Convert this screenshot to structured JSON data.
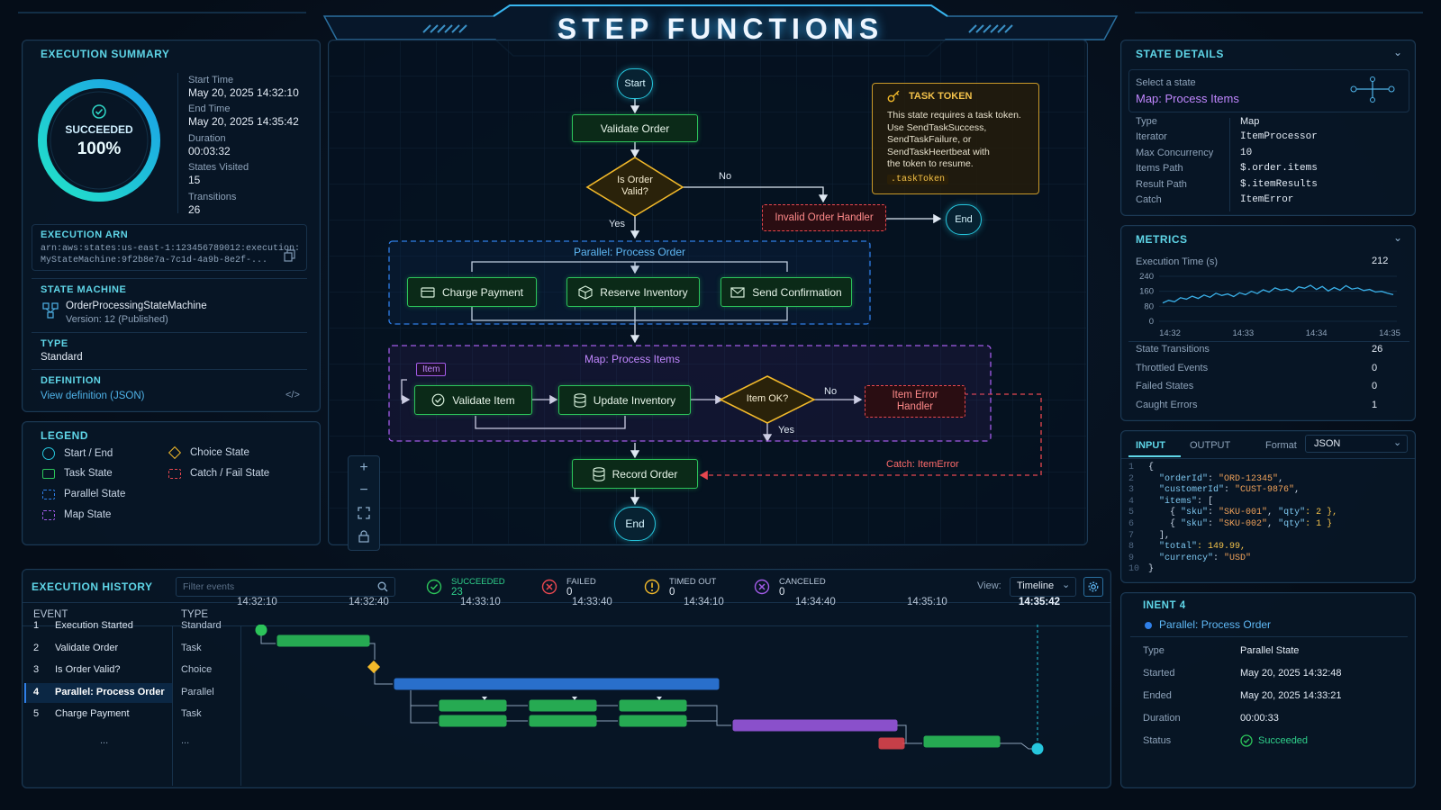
{
  "app": {
    "title": "STEP FUNCTIONS"
  },
  "summary": {
    "title": "EXECUTION SUMMARY",
    "status": "SUCCEEDED",
    "percent": "100%",
    "progress": 1.0,
    "start_label": "Start Time",
    "start_value": "May 20, 2025  14:32:10",
    "end_label": "End Time",
    "end_value": "May 20, 2025  14:35:42",
    "duration_label": "Duration",
    "duration_value": "00:03:32",
    "states_label": "States Visited",
    "states_value": "15",
    "transitions_label": "Transitions",
    "transitions_value": "26",
    "arn_title": "EXECUTION ARN",
    "arn_line1": "arn:aws:states:us-east-1:123456789012:execution:",
    "arn_line2": "MyStateMachine:9f2b8e7a-7c1d-4a9b-8e2f-...",
    "sm_title": "STATE MACHINE",
    "sm_name": "OrderProcessingStateMachine",
    "sm_version": "Version: 12 (Published)",
    "type_title": "TYPE",
    "type_value": "Standard",
    "def_title": "DEFINITION",
    "def_link": "View definition (JSON)"
  },
  "legend": {
    "title": "LEGEND",
    "items": [
      "Start / End",
      "Task State",
      "Parallel State",
      "Map State",
      "Choice State",
      "Catch / Fail State"
    ]
  },
  "diagram": {
    "start": "Start",
    "validate_order": "Validate Order",
    "choice_line1": "Is Order",
    "choice_line2": "Valid?",
    "no": "No",
    "yes": "Yes",
    "invalid_handler": "Invalid Order Handler",
    "end": "End",
    "parallel_title": "Parallel: Process Order",
    "charge_payment": "Charge Payment",
    "reserve_inventory": "Reserve Inventory",
    "send_confirmation": "Send Confirmation",
    "map_title": "Map: Process Items",
    "item_tag": "Item",
    "validate_item": "Validate Item",
    "update_inventory": "Update Inventory",
    "item_ok": "Item OK?",
    "item_error_1": "Item Error",
    "item_error_2": "Handler",
    "catch_label": "Catch: ItemError",
    "record_order": "Record Order",
    "end2": "End"
  },
  "task_token": {
    "title": "TASK TOKEN",
    "line1": "This state requires a task token.",
    "line2": "Use SendTaskSuccess,",
    "line3": "SendTaskFailure, or",
    "line4": "SendTaskHeertbeat with",
    "line5": "the token to resume.",
    "code": ".taskToken"
  },
  "state_details": {
    "title": "STATE DETAILS",
    "select_label": "Select a state",
    "selected": "Map: Process Items",
    "rows": [
      {
        "k": "Type",
        "v": "Map"
      },
      {
        "k": "Iterator",
        "v": "ItemProcessor"
      },
      {
        "k": "Max Concurrency",
        "v": "10"
      },
      {
        "k": "Items Path",
        "v": "$.order.items"
      },
      {
        "k": "Result Path",
        "v": "$.itemResults"
      },
      {
        "k": "Catch",
        "v": "ItemError"
      }
    ]
  },
  "metrics": {
    "title": "METRICS",
    "chart_title": "Execution Time (s)",
    "chart_value": "212",
    "y_ticks": [
      "240",
      "160",
      "80",
      "0"
    ],
    "x_ticks": [
      "14:32",
      "14:33",
      "14:34",
      "14:35"
    ],
    "rows": [
      {
        "k": "State Transitions",
        "v": "26"
      },
      {
        "k": "Throttled Events",
        "v": "0"
      },
      {
        "k": "Failed States",
        "v": "0"
      },
      {
        "k": "Caught Errors",
        "v": "1"
      }
    ]
  },
  "chart_data": {
    "type": "line",
    "title": "Execution Time (s)",
    "ylim": [
      0,
      240
    ],
    "x": [
      "14:32:00",
      "14:32:05",
      "14:32:10",
      "14:32:15",
      "14:32:20",
      "14:32:25",
      "14:32:30",
      "14:32:35",
      "14:32:40",
      "14:32:45",
      "14:32:50",
      "14:32:55",
      "14:33:00",
      "14:33:05",
      "14:33:10",
      "14:33:15",
      "14:33:20",
      "14:33:25",
      "14:33:30",
      "14:33:35",
      "14:33:40",
      "14:33:45",
      "14:33:50",
      "14:33:55",
      "14:34:00",
      "14:34:05",
      "14:34:10",
      "14:34:15",
      "14:34:20",
      "14:34:25",
      "14:34:30",
      "14:34:35",
      "14:34:40",
      "14:34:45",
      "14:34:50",
      "14:34:55",
      "14:35:00",
      "14:35:05",
      "14:35:10",
      "14:35:15"
    ],
    "values": [
      98,
      112,
      104,
      126,
      118,
      134,
      122,
      140,
      128,
      150,
      138,
      146,
      132,
      152,
      142,
      160,
      148,
      168,
      156,
      178,
      166,
      172,
      158,
      184,
      176,
      192,
      170,
      186,
      162,
      180,
      166,
      190,
      172,
      178,
      164,
      170,
      156,
      160,
      150,
      142
    ]
  },
  "io": {
    "tab_input": "INPUT",
    "tab_output": "OUTPUT",
    "format_label": "Format",
    "format_value": "JSON",
    "lines": [
      "{",
      "  \"orderId\": \"ORD-12345\",",
      "  \"customerId\": \"CUST-9876\",",
      "  \"items\": [",
      "    { \"sku\": \"SKU-001\", \"qty\": 2 },",
      "    { \"sku\": \"SKU-002\", \"qty\": 1 }",
      "  ],",
      "  \"total\": 149.99,",
      "  \"currency\": \"USD\"",
      "}"
    ]
  },
  "event_detail": {
    "title": "INENT 4",
    "state": "Parallel: Process Order",
    "rows": [
      {
        "k": "Type",
        "v": "Parallel State"
      },
      {
        "k": "Started",
        "v": "May 20, 2025  14:32:48"
      },
      {
        "k": "Ended",
        "v": "May 20, 2025  14:33:21"
      },
      {
        "k": "Duration",
        "v": "00:00:33"
      },
      {
        "k": "Status",
        "v": "Succeeded"
      }
    ]
  },
  "history": {
    "title": "EXECUTION HISTORY",
    "filter_placeholder": "Filter events",
    "succeeded_label": "SUCCEEDED",
    "succeeded_value": "23",
    "failed_label": "FAILED",
    "failed_value": "0",
    "timedout_label": "TIMED OUT",
    "timedout_value": "0",
    "canceled_label": "CANCELED",
    "canceled_value": "0",
    "view_label": "View:",
    "view_value": "Timeline",
    "col_event": "EVENT",
    "col_type": "TYPE",
    "times": [
      "14:32:10",
      "14:32:40",
      "14:33:10",
      "14:33:40",
      "14:34:10",
      "14:34:40",
      "14:35:10",
      "14:35:42"
    ],
    "rows": [
      {
        "n": "1",
        "event": "Execution Started",
        "type": "Standard"
      },
      {
        "n": "2",
        "event": "Validate Order",
        "type": "Task"
      },
      {
        "n": "3",
        "event": "Is Order Valid?",
        "type": "Choice"
      },
      {
        "n": "4",
        "event": "Parallel: Process Order",
        "type": "Parallel"
      },
      {
        "n": "5",
        "event": "Charge Payment",
        "type": "Task"
      }
    ],
    "ellipsis": "..."
  },
  "colors": {
    "accent": "#26c6dd",
    "task": "#2cc45a",
    "parallel": "#2f7fe8",
    "map": "#a25be8",
    "choice": "#f2b92a",
    "error": "#e8474f"
  }
}
